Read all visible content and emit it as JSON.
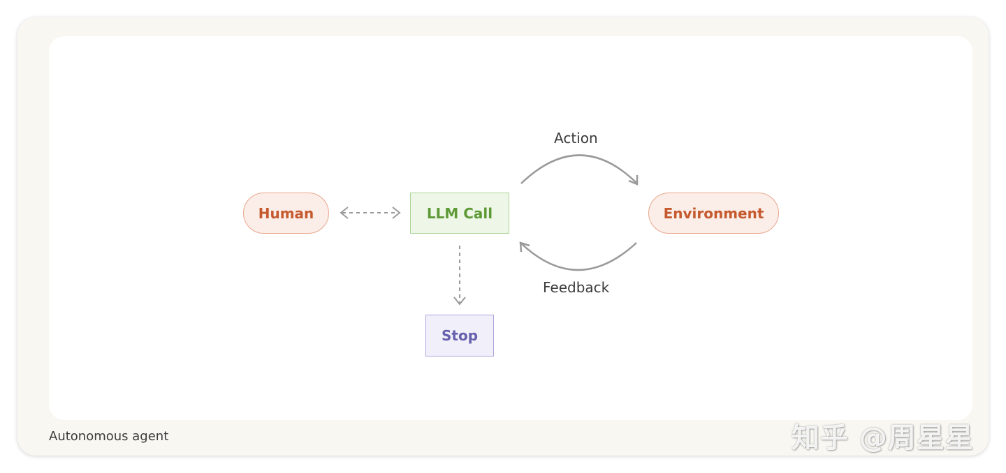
{
  "diagram": {
    "nodes": {
      "human": "Human",
      "llm_call": "LLM Call",
      "environment": "Environment",
      "stop": "Stop"
    },
    "edges": {
      "action": "Action",
      "feedback": "Feedback"
    },
    "colors": {
      "human_text": "#c55a2f",
      "human_fill": "#fbede7",
      "llm_text": "#5d9a36",
      "llm_fill": "#eef6e7",
      "stop_text": "#6660ad",
      "stop_fill": "#f1effa",
      "arrow": "#9a9a9a"
    }
  },
  "caption": "Autonomous agent",
  "watermark": "知乎 @周星星"
}
